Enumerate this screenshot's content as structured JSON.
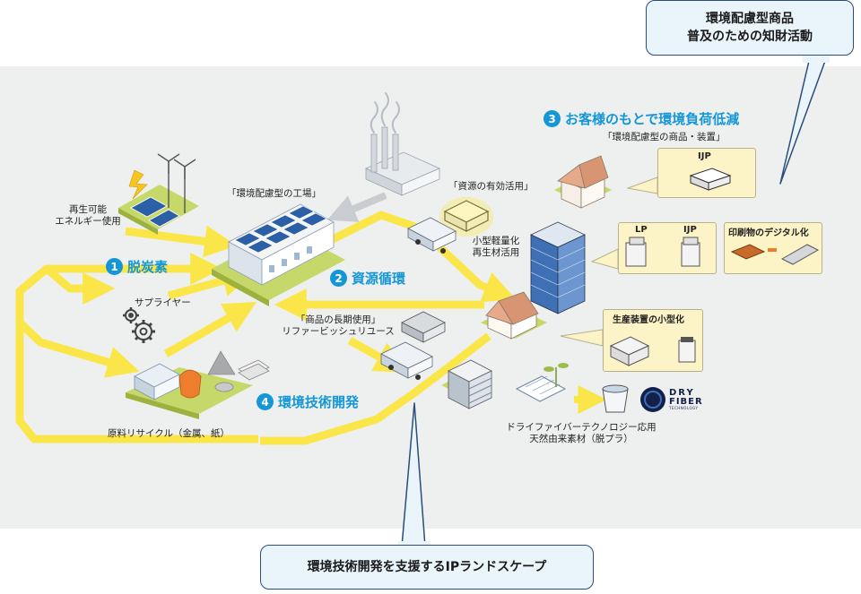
{
  "callouts": {
    "top_line1": "環境配慮型商品",
    "top_line2": "普及のための知財活動",
    "bottom": "環境技術開発を支援するIPランドスケープ"
  },
  "pillars": [
    {
      "num": "1",
      "label": "脱炭素"
    },
    {
      "num": "2",
      "label": "資源循環"
    },
    {
      "num": "3",
      "label": "お客様のもとで環境負荷低減"
    },
    {
      "num": "4",
      "label": "環境技術開発"
    }
  ],
  "labels": {
    "renewable_line1": "再生可能",
    "renewable_line2": "エネルギー使用",
    "factory": "「環境配慮型の工場」",
    "supplier": "サプライヤー",
    "resource_use": "「資源の有効活用」",
    "compact_line1": "小型軽量化",
    "compact_line2": "再生材活用",
    "long_use_line1": "「商品の長期使用」",
    "long_use_line2": "リファービッシュリユース",
    "raw_recycle": "原料リサイクル（金属、紙）",
    "eco_products": "「環境配慮型の商品・装置」",
    "dryfiber_line1": "ドライファイバーテクノロジー応用",
    "dryfiber_line2": "天然由来素材（脱プラ）"
  },
  "boxes": {
    "ijp_top": "IJP",
    "lp": "LP",
    "ijp_mid": "IJP",
    "digital": "印刷物のデジタル化",
    "downsize": "生産装置の小型化"
  },
  "logo": {
    "line1": "DRY",
    "line2": "FIBER",
    "line3": "TECHNOLOGY"
  },
  "colors": {
    "arrow": "#fbe64a",
    "accent": "#1596d6",
    "callout_border": "#2a4d7a",
    "callout_fill": "#e9f4fb",
    "box_fill": "#fcf3c7",
    "orange": "#ee7d2d"
  }
}
